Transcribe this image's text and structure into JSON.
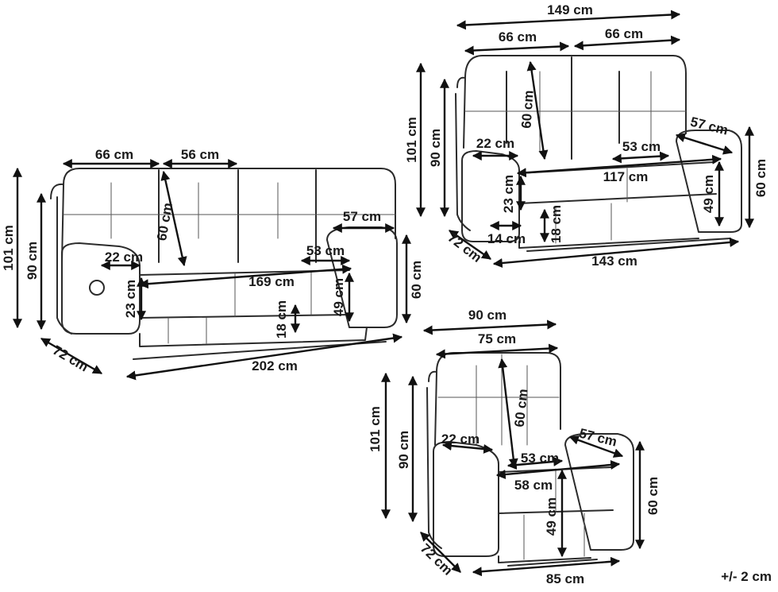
{
  "tolerance": "+/- 2 cm",
  "furniture": {
    "sofa_3_seater": {
      "width_total": "202 cm",
      "depth": "72 cm",
      "height_total": "101 cm",
      "height_back": "90 cm",
      "seat_inner_width": "169 cm",
      "seat_depth": "53 cm",
      "back_cushion_height": "60 cm",
      "seat_height": "49 cm",
      "seat_cushion_thickness": "23 cm",
      "leg_clearance": "18 cm",
      "armrest_width": "22 cm",
      "armrest_depth": "57 cm",
      "armrest_height": "60 cm",
      "back_width_outer": "66 cm",
      "back_width_middle": "56 cm"
    },
    "sofa_2_seater": {
      "width_top": "149 cm",
      "back_width_left": "66 cm",
      "back_width_right": "66 cm",
      "height_total": "101 cm",
      "height_back": "90 cm",
      "back_cushion_height": "60 cm",
      "armrest_width": "22 cm",
      "seat_depth": "53 cm",
      "armrest_depth": "57 cm",
      "seat_inner_width": "117 cm",
      "seat_cushion_thickness": "23 cm",
      "seat_height": "49 cm",
      "armrest_height": "60 cm",
      "leg_clearance": "18 cm",
      "foot_inset": "14 cm",
      "depth": "72 cm",
      "width_total": "143 cm"
    },
    "armchair": {
      "width_top": "90 cm",
      "back_width": "75 cm",
      "height_total": "101 cm",
      "height_back": "90 cm",
      "back_cushion_height": "60 cm",
      "armrest_width": "22 cm",
      "armrest_depth": "57 cm",
      "seat_depth": "53 cm",
      "seat_inner_width": "58 cm",
      "seat_height": "49 cm",
      "armrest_height": "60 cm",
      "depth": "72 cm",
      "width_total": "85 cm"
    }
  }
}
